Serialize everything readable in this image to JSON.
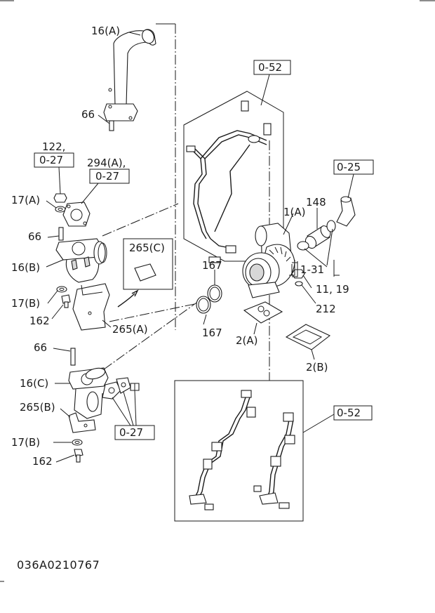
{
  "callouts": {
    "c16A": "16(A)",
    "c66a": "66",
    "c122": "122,",
    "c027a": "0-27",
    "c294": "294(A),",
    "c027b": "0-27",
    "c17A": "17(A)",
    "c66b": "66",
    "c16B": "16(B)",
    "c265C": "265(C)",
    "c17B1": "17(B)",
    "c162a": "162",
    "c265A": "265(A)",
    "c052top": "0-52",
    "c025": "0-25",
    "c148": "148",
    "c1A": "1(A)",
    "c131": "1-31",
    "c1119": "11, 19",
    "c212": "212",
    "c167a": "167",
    "c167b": "167",
    "c2A": "2(A)",
    "c2B": "2(B)",
    "c66c": "66",
    "c16C": "16(C)",
    "c265B": "265(B)",
    "c17B2": "17(B)",
    "c162b": "162",
    "c027c": "0-27",
    "c052bot": "0-52"
  },
  "footer": {
    "drawing_code": "036A0210767"
  }
}
